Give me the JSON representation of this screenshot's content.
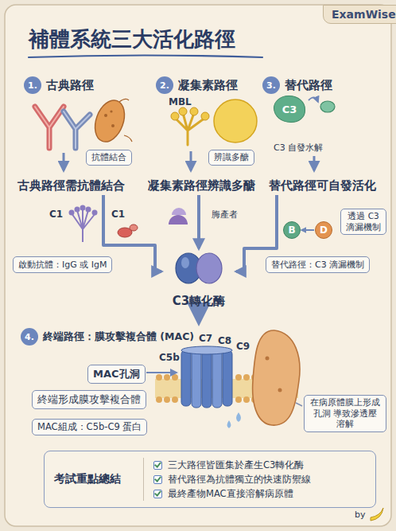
{
  "diagram": {
    "title": "補體系統三大活化路徑",
    "nodes": [
      {
        "text": [
          "ExamWise"
        ]
      },
      {
        "text": [
          "1.",
          "古典路徑"
        ]
      },
      {
        "text": [
          "2.",
          "凝集素路徑"
        ]
      },
      {
        "text": [
          "3.",
          "替代路徑"
        ]
      },
      {
        "text": [
          "抗體結合"
        ]
      },
      {
        "text": [
          "辨識多醣"
        ]
      },
      {
        "text": [
          "C3"
        ]
      },
      {
        "text": [
          "古典路徑需抗體結合"
        ]
      },
      {
        "text": [
          "凝集素路徑辨識多醣"
        ]
      },
      {
        "text": [
          "替代路徑可自發活化"
        ]
      },
      {
        "text": [
          "B"
        ]
      },
      {
        "text": [
          "D"
        ]
      },
      {
        "text": [
          "透過 C3 滴漏機制"
        ]
      },
      {
        "text": [
          "啟動抗體：IgG 或 IgM"
        ]
      },
      {
        "text": [
          "替代路徑：C3 滴漏機制"
        ]
      },
      {
        "text": [
          "C3轉化酶"
        ]
      },
      {
        "text": [
          "4.",
          "終端路徑：膜攻擊複合體 (MAC)"
        ]
      },
      {
        "text": [
          "MAC孔洞"
        ]
      },
      {
        "text": [
          "終端形成膜攻擊複合體"
        ]
      },
      {
        "text": [
          "在病原體膜上形成孔洞 導致滲透壓溶解"
        ]
      },
      {
        "text": [
          "MAC組成：C5b-C9 蛋白"
        ]
      },
      {
        "text": [
          "考試重點總結",
          "三大路徑皆匯集於產生C3轉化酶",
          "替代路徑為抗體獨立的快速防禦線",
          "最終產物MAC直接溶解病原體"
        ]
      }
    ],
    "edges": [
      {
        "from": 7,
        "to": 15,
        "arrow": "to"
      },
      {
        "from": 8,
        "to": 15,
        "arrow": "to"
      },
      {
        "from": 9,
        "to": 15,
        "arrow": "to"
      },
      {
        "from": 11,
        "to": 10,
        "arrow": "to"
      }
    ],
    "labels": [
      "MBL",
      "C3 自發水解",
      "C1",
      "C1",
      "脢產者",
      "C5b",
      "C7",
      "C8",
      "C9",
      "by"
    ]
  }
}
